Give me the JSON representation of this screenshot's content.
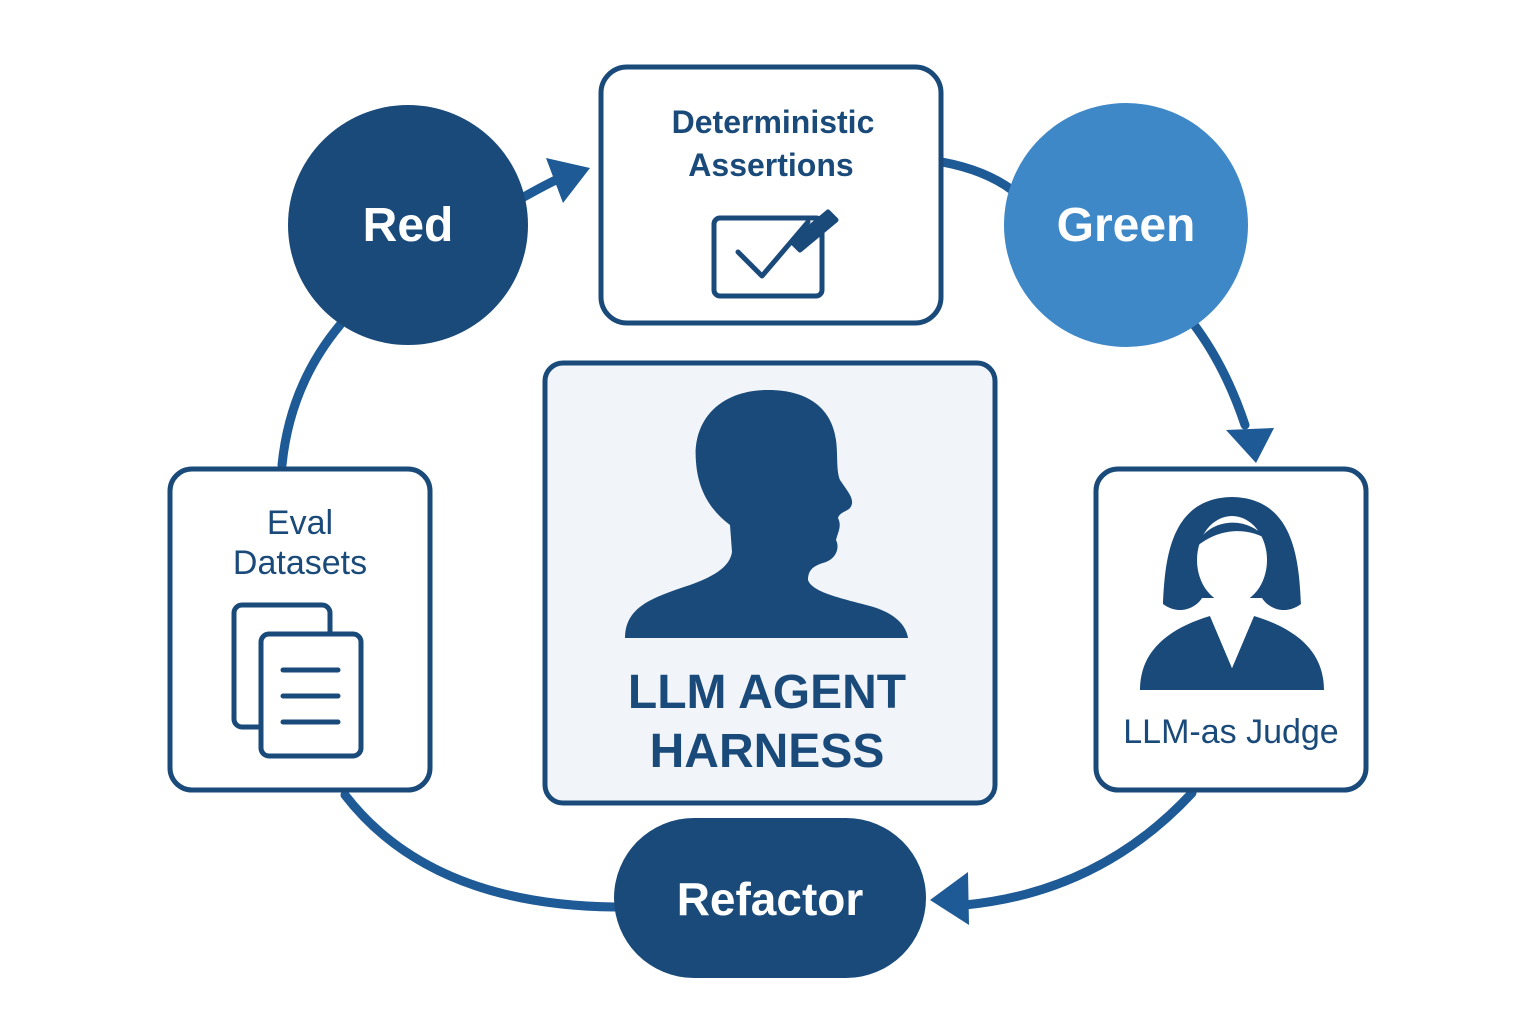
{
  "colors": {
    "dark_blue": "#1a4a7a",
    "mid_blue": "#1e5a95",
    "light_blue": "#3f88c8",
    "box_fill": "#ffffff",
    "center_fill": "#f1f5fa",
    "white": "#ffffff"
  },
  "nodes": {
    "red": {
      "label": "Red"
    },
    "green": {
      "label": "Green"
    },
    "refactor": {
      "label": "Refactor"
    },
    "assertions": {
      "line1": "Deterministic",
      "line2": "Assertions",
      "icon": "checkbox-pen-icon"
    },
    "eval": {
      "line1": "Eval",
      "line2": "Datasets",
      "icon": "documents-icon"
    },
    "judge": {
      "label": "LLM-as Judge",
      "icon": "woman-avatar-icon"
    },
    "center": {
      "line1": "LLM AGENT",
      "line2": "HARNESS",
      "icon": "man-head-silhouette-icon"
    }
  }
}
